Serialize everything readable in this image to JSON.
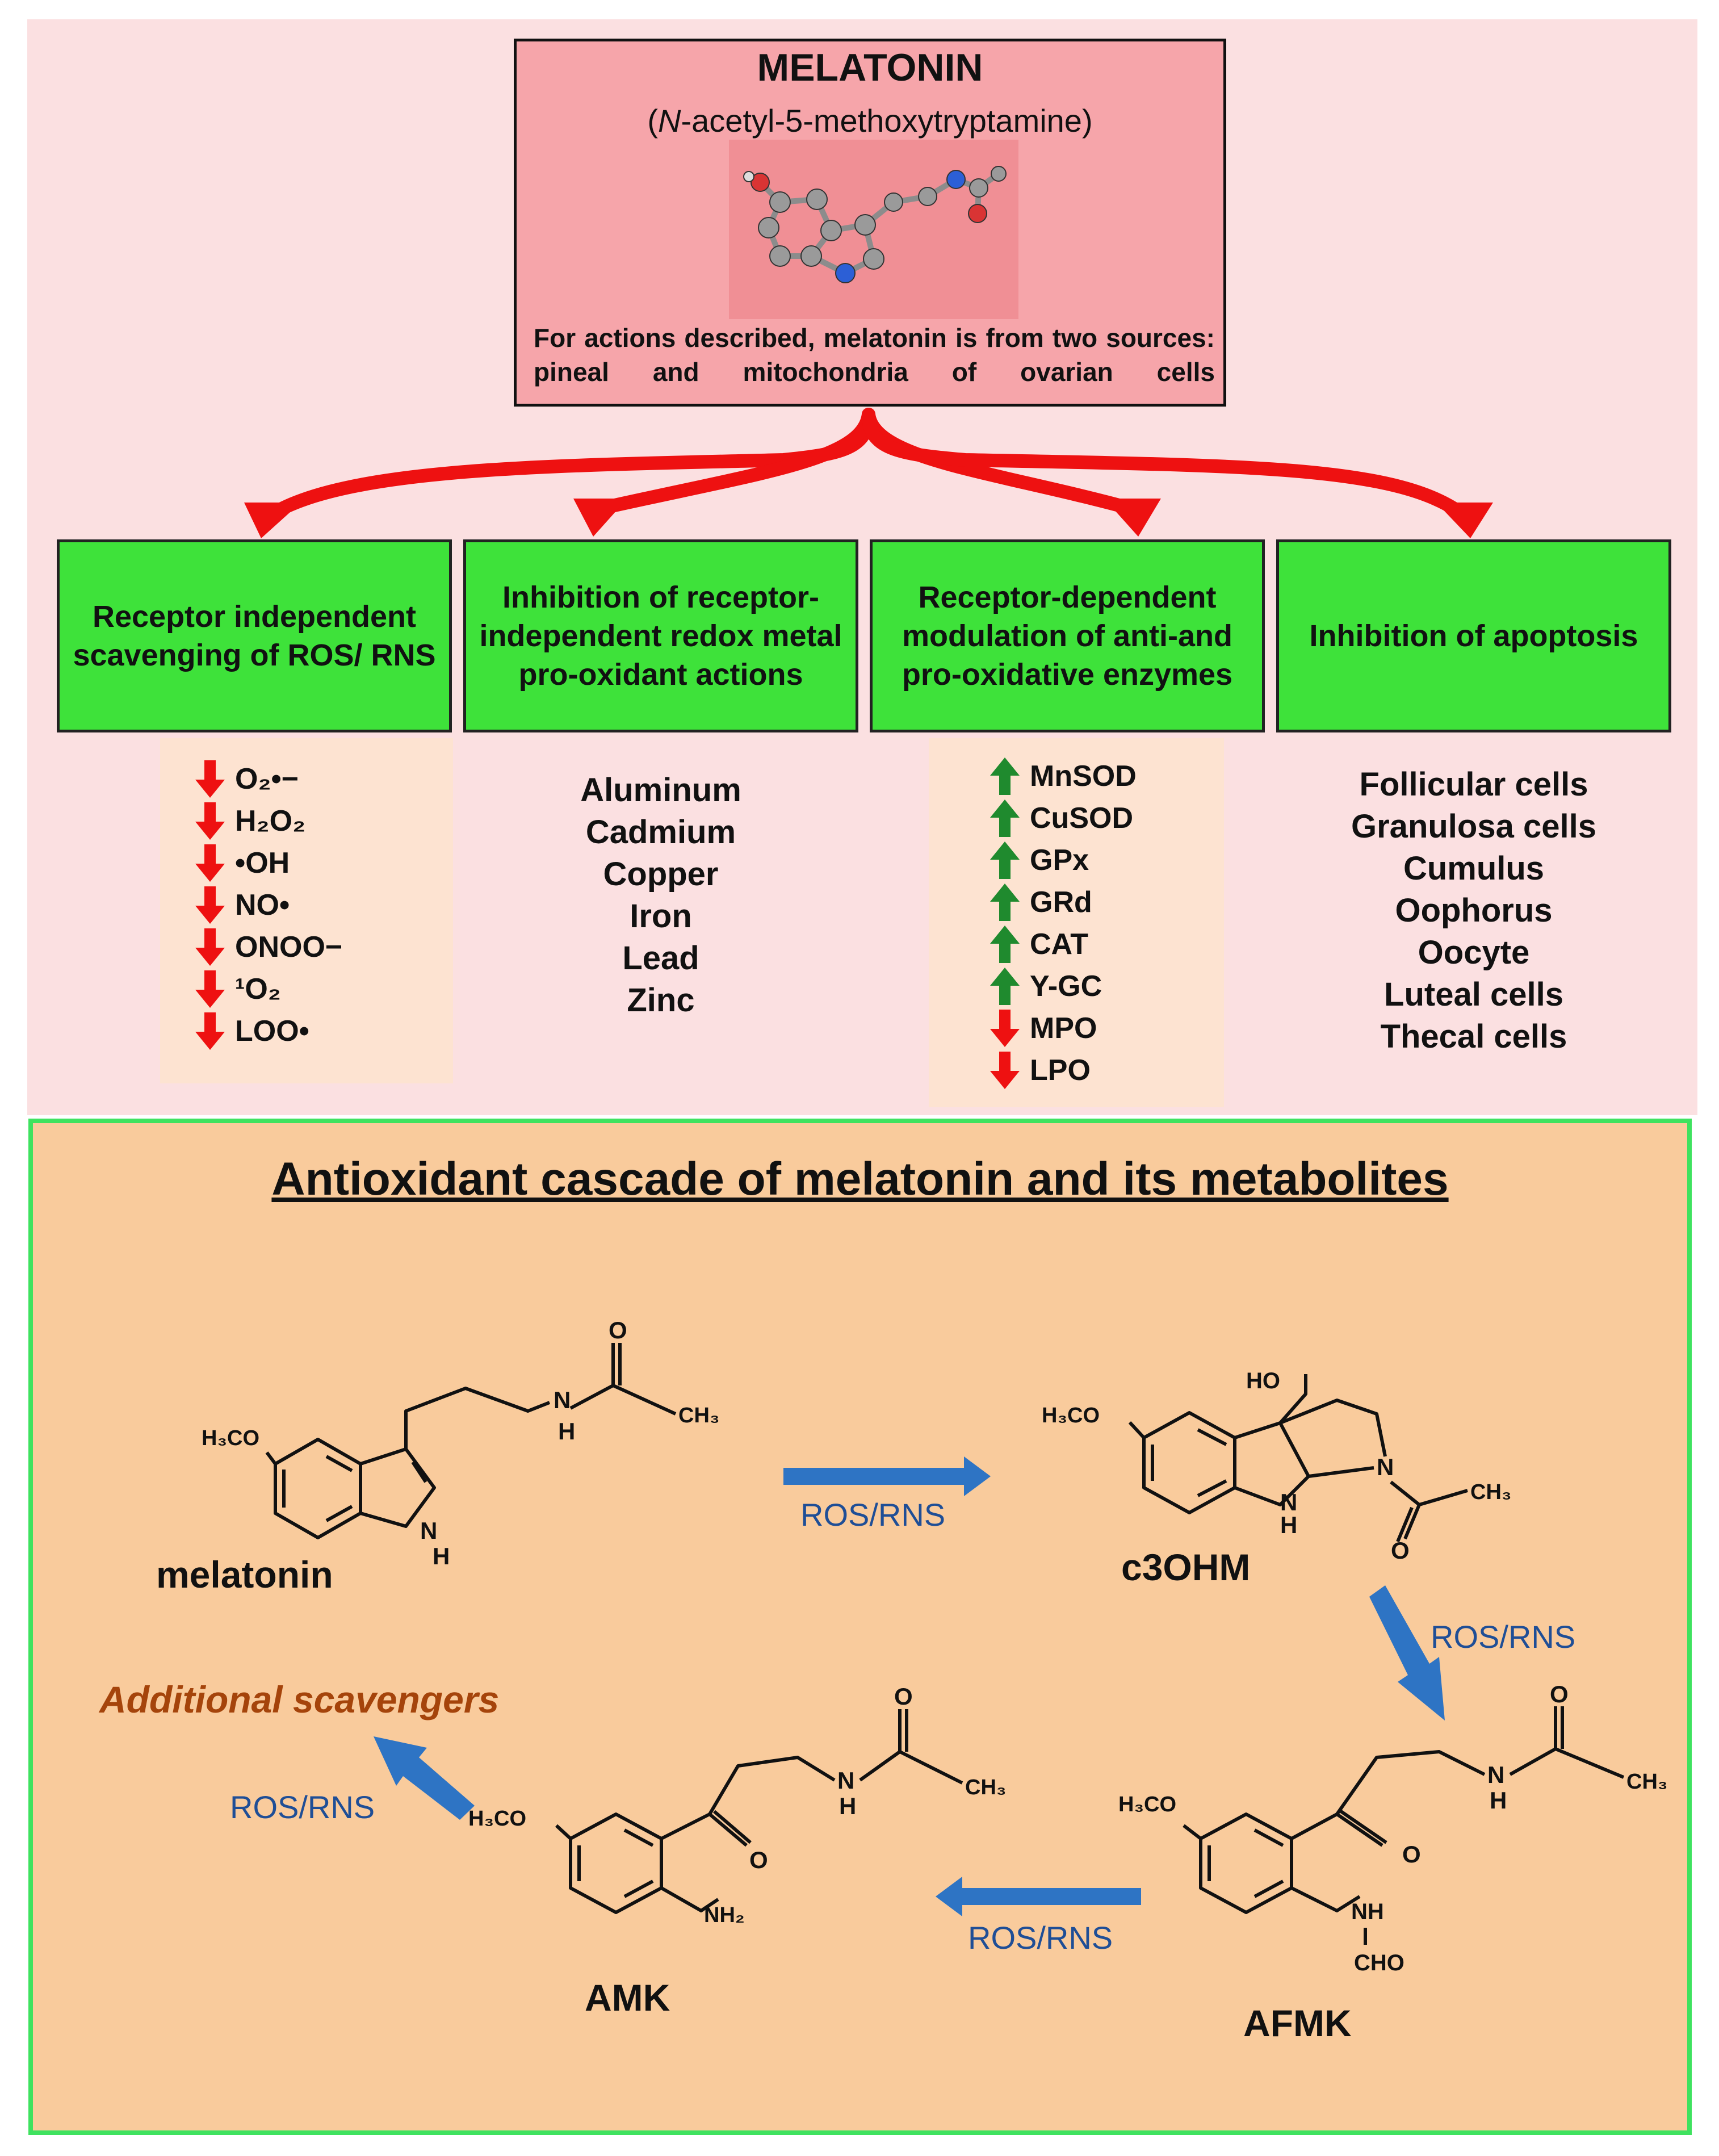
{
  "header": {
    "title": "MELATONIN",
    "subtitle_italic": "N",
    "subtitle_rest": "-acetyl-5-methoxytryptamine",
    "source_note": "For actions described, melatonin is from two sources: pineal and mitochondria of ovarian cells"
  },
  "actions": [
    {
      "title": "Receptor independent scavenging of ROS/ RNS",
      "items": [
        {
          "label": "O₂•−",
          "direction": "down"
        },
        {
          "label": "H₂O₂",
          "direction": "down"
        },
        {
          "label": "•OH",
          "direction": "down"
        },
        {
          "label": "NO•",
          "direction": "down"
        },
        {
          "label": "ONOO−",
          "direction": "down"
        },
        {
          "label": "¹O₂",
          "direction": "down"
        },
        {
          "label": "LOO•",
          "direction": "down"
        }
      ]
    },
    {
      "title": "Inhibition of receptor-independent redox metal pro-oxidant actions",
      "items": [
        "Aluminum",
        "Cadmium",
        "Copper",
        "Iron",
        "Lead",
        "Zinc"
      ]
    },
    {
      "title": "Receptor-dependent modulation of anti-and pro-oxidative enzymes",
      "items": [
        {
          "label": "MnSOD",
          "direction": "up"
        },
        {
          "label": "CuSOD",
          "direction": "up"
        },
        {
          "label": "GPx",
          "direction": "up"
        },
        {
          "label": "GRd",
          "direction": "up"
        },
        {
          "label": "CAT",
          "direction": "up"
        },
        {
          "label": "Y-GC",
          "direction": "up"
        },
        {
          "label": "MPO",
          "direction": "down"
        },
        {
          "label": "LPO",
          "direction": "down"
        }
      ]
    },
    {
      "title": "Inhibition of apoptosis",
      "items": [
        "Follicular cells",
        "Granulosa cells",
        "Cumulus",
        "Oophorus",
        "Oocyte",
        "Luteal cells",
        "Thecal cells"
      ]
    }
  ],
  "cascade": {
    "title": "Antioxidant cascade of melatonin and its metabolites",
    "compounds": {
      "melatonin": "melatonin",
      "c3ohm": "c3OHM",
      "afmk": "AFMK",
      "amk": "AMK"
    },
    "step_label": "ROS/RNS",
    "additional": "Additional scavengers",
    "atoms": {
      "h3co": "H₃CO",
      "o": "O",
      "h": "H",
      "n": "N",
      "ch3": "CH₃",
      "ho": "HO",
      "nh": "NH",
      "cho": "CHO",
      "nh2": "NH₂"
    }
  },
  "colors": {
    "top_panel": "#fbe0e1",
    "title_box": "#f6a5aa",
    "action_box": "#3ee23a",
    "bottom_panel": "#f9cb9c",
    "bottom_border": "#3fe25f",
    "red_arrow": "#ee1111",
    "green_arrow": "#1f8a2e",
    "blue_arrow": "#2e74c4",
    "additional_text": "#a5440b"
  }
}
